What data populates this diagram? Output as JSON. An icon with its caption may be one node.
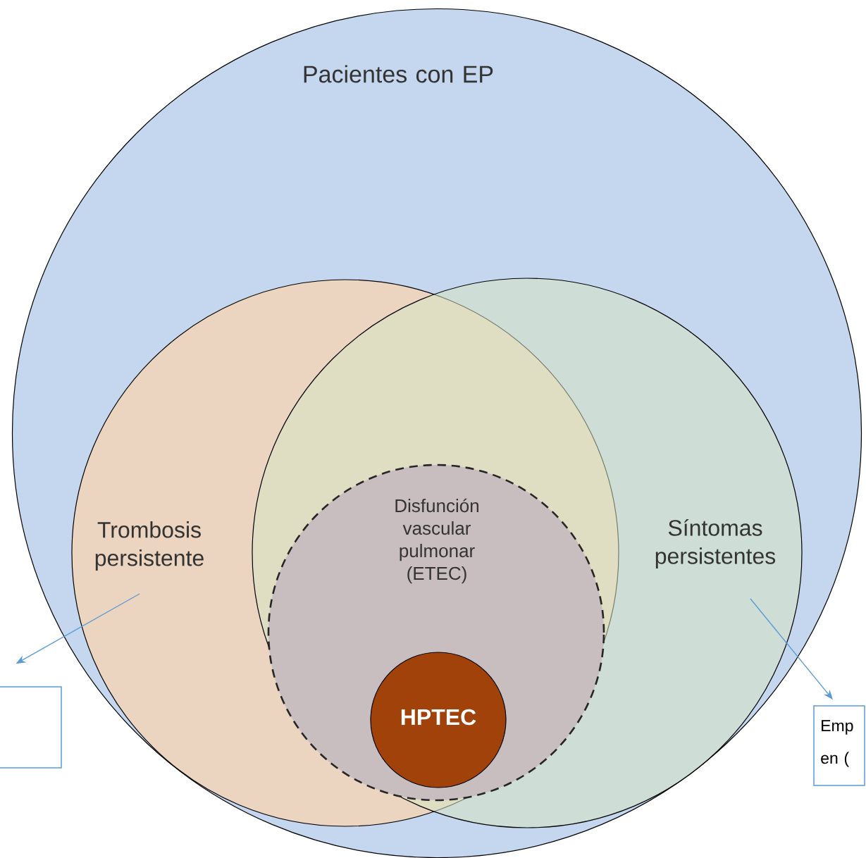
{
  "diagram": {
    "nodes": [
      {
        "text": [
          "Pacientes con EP"
        ]
      },
      {
        "text": [
          "Trombosis persistente"
        ],
        "in": 0
      },
      {
        "text": [
          "Síntomas persistentes"
        ],
        "in": 0
      },
      {
        "text": [
          "Disfunción vascular pulmonar (ETEC)"
        ]
      },
      {
        "text": [
          "HPTEC"
        ],
        "in": 3
      },
      {
        "text": [],
        "shape": "box"
      },
      {
        "text": [
          "Emp en ("
        ]
      }
    ],
    "edges": [
      {
        "from": 1,
        "to": 5,
        "arrow": "to",
        "color": "#5b9bd5"
      },
      {
        "from": 2,
        "to": 6,
        "arrow": "to",
        "color": "#5b9bd5"
      }
    ]
  }
}
